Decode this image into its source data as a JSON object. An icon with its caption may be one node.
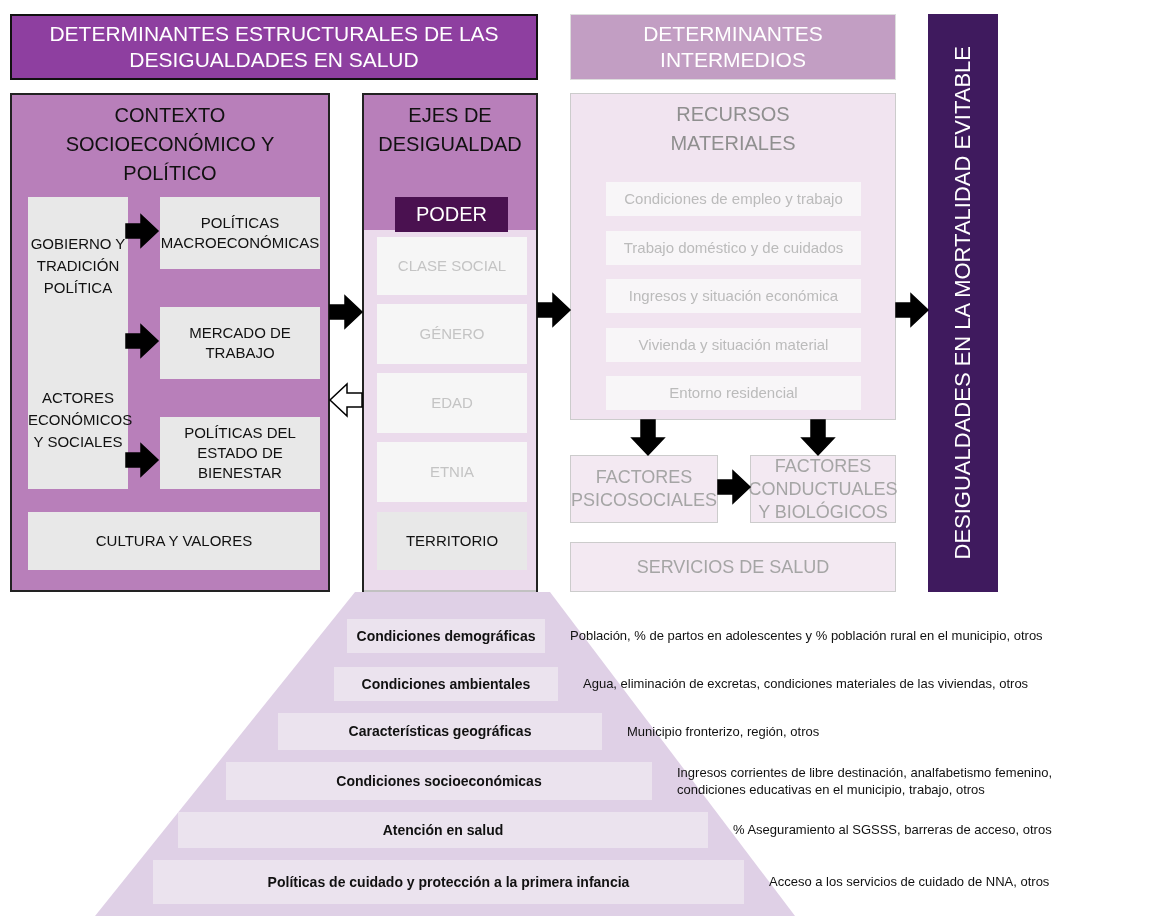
{
  "diagram": {
    "nodes": [
      {
        "text": [
          "DETERMINANTES ESTRUCTURALES DE LAS DESIGUALDADES EN SALUD"
        ]
      },
      {
        "text": [
          "DETERMINANTES INTERMEDIOS"
        ]
      },
      {
        "text": [
          "DESIGUALDADES EN LA MORTALIDAD EVITABLE"
        ]
      },
      {
        "text": [
          "CONTEXTO SOCIOECONÓMICO Y POLÍTICO"
        ]
      },
      {
        "text": [
          "GOBIERNO Y TRADICIÓN POLÍTICA",
          "ACTORES ECONÓMICOS Y SOCIALES"
        ],
        "in": 3
      },
      {
        "text": [
          "POLÍTICAS MACROECONÓMICAS"
        ],
        "in": 3
      },
      {
        "text": [
          "MERCADO DE TRABAJO"
        ],
        "in": 3
      },
      {
        "text": [
          "POLÍTICAS DEL ESTADO DE BIENESTAR"
        ],
        "in": 3
      },
      {
        "text": [
          "CULTURA Y VALORES"
        ],
        "in": 3
      },
      {
        "text": [
          "EJES DE DESIGUALDAD"
        ]
      },
      {
        "text": [
          "PODER"
        ],
        "in": 9
      },
      {
        "text": [
          "CLASE SOCIAL"
        ],
        "in": 9
      },
      {
        "text": [
          "GÉNERO"
        ],
        "in": 9
      },
      {
        "text": [
          "EDAD"
        ],
        "in": 9
      },
      {
        "text": [
          "ETNIA"
        ],
        "in": 9
      },
      {
        "text": [
          "TERRITORIO"
        ],
        "in": 9
      },
      {
        "text": [
          "RECURSOS MATERIALES"
        ]
      },
      {
        "text": [
          "Condiciones de empleo y trabajo"
        ],
        "in": 16
      },
      {
        "text": [
          "Trabajo doméstico y de cuidados"
        ],
        "in": 16
      },
      {
        "text": [
          "Ingresos y situación económica"
        ],
        "in": 16
      },
      {
        "text": [
          "Vivienda y situación material"
        ],
        "in": 16
      },
      {
        "text": [
          "Entorno residencial"
        ],
        "in": 16
      },
      {
        "text": [
          "FACTORES PSICOSOCIALES"
        ]
      },
      {
        "text": [
          "FACTORES CONDUCTUALES Y BIOLÓGICOS"
        ]
      },
      {
        "text": [
          "SERVICIOS DE SALUD"
        ]
      },
      {
        "text": [],
        "shape": "trapezoid"
      },
      {
        "text": [
          "Condiciones demográficas"
        ],
        "in": 25,
        "beside": [
          "Población, % de partos en adolescentes y % población rural en el municipio, otros"
        ]
      },
      {
        "text": [
          "Condiciones ambientales"
        ],
        "in": 25,
        "beside": [
          "Agua, eliminación de excretas, condiciones materiales de las viviendas, otros"
        ]
      },
      {
        "text": [
          "Características geográficas"
        ],
        "in": 25,
        "beside": [
          "Municipio fronterizo, región, otros"
        ]
      },
      {
        "text": [
          "Condiciones socioeconómicas"
        ],
        "in": 25,
        "beside": [
          "Ingresos corrientes de libre destinación, analfabetismo femenino, condiciones educativas en el municipio, trabajo, otros"
        ]
      },
      {
        "text": [
          "Atención en salud"
        ],
        "in": 25,
        "beside": [
          "% Aseguramiento al SGSSS, barreras de acceso, otros"
        ]
      },
      {
        "text": [
          "Políticas de cuidado y protección a la primera infancia"
        ],
        "in": 25,
        "beside": [
          "Acceso a los servicios de cuidado de NNA, otros"
        ]
      }
    ],
    "edges": [
      {
        "from": 4,
        "to": 5,
        "arrow": "to"
      },
      {
        "from": 4,
        "to": 6,
        "arrow": "to"
      },
      {
        "from": 4,
        "to": 7,
        "arrow": "to"
      },
      {
        "from": 3,
        "to": 9,
        "arrow": "to"
      },
      {
        "from": 9,
        "to": 3,
        "arrow": "to",
        "color": "#ffffff"
      },
      {
        "from": 9,
        "to": 16,
        "arrow": "to"
      },
      {
        "from": 16,
        "to": 2,
        "arrow": "to"
      },
      {
        "from": 16,
        "to": 22,
        "arrow": "to"
      },
      {
        "from": 16,
        "to": 23,
        "arrow": "to"
      },
      {
        "from": 22,
        "to": 23,
        "arrow": "to"
      }
    ]
  }
}
